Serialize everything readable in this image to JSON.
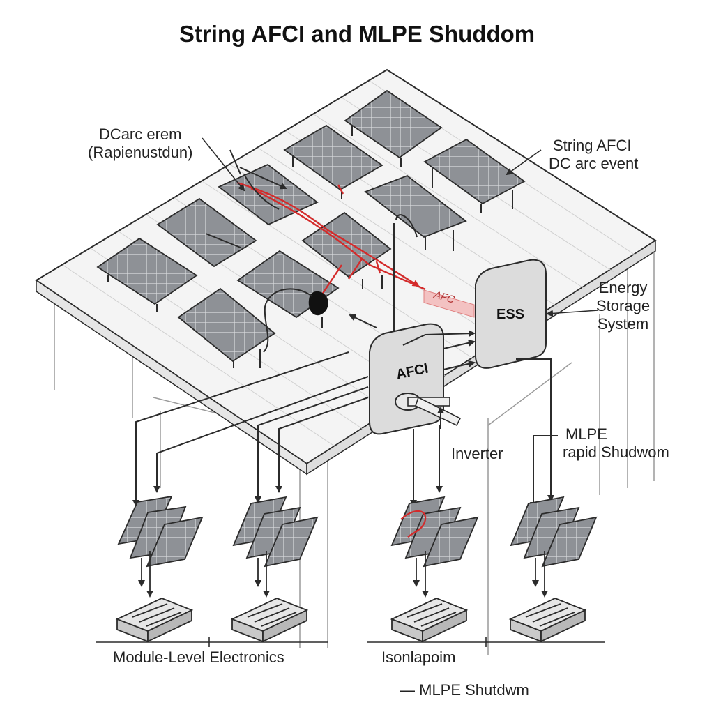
{
  "title": "String AFCI and MLPE Shuddom",
  "labels": {
    "dc_arc_left_line1": "DCarc erem",
    "dc_arc_left_line2": "(Rapienustdun)",
    "string_afci_line1": "String AFCI",
    "string_afci_line2": "DC arc event",
    "energy_line1": "Energy",
    "energy_line2": "Storage",
    "energy_line3": "System",
    "afc_tag": "AFC",
    "afci_box": "AFCI",
    "ess_box": "ESS",
    "inverter": "Inverter",
    "mlpe_line1": "MLPE",
    "mlpe_line2": "rapid Shudwom",
    "module_level": "Module-Level Electronics",
    "isolation": "Isonlapoim",
    "legend": "— MLPE Shutdwm"
  },
  "colors": {
    "line": "#2b2b2b",
    "roof": "#f4f4f4",
    "panel": "#8e9196",
    "panel_grid": "#d9dbde",
    "arc_red": "#d42a2a",
    "box_fill": "#dcdcdc",
    "afc_fill": "#f3c2c2"
  }
}
